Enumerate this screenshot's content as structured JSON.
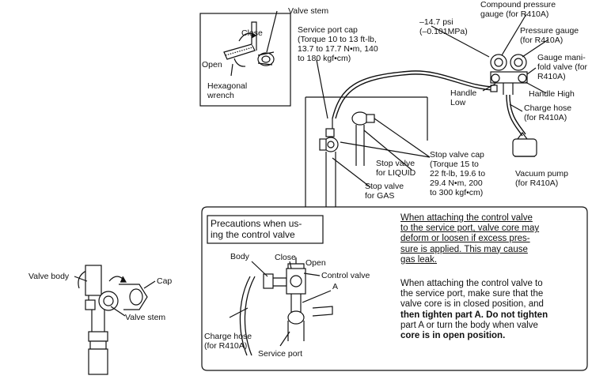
{
  "inset": {
    "valve_stem": "Valve stem",
    "close": "Close",
    "open": "Open",
    "wrench": [
      "Hexagonal",
      "wrench"
    ]
  },
  "service_port_cap": [
    "Service port cap",
    "(Torque 10 to 13 ft-lb,",
    "13.7 to 17.7 N•m, 140",
    "to 180 kgf•cm)"
  ],
  "gauges": {
    "vacuum_reading": [
      "–14.7 psi",
      "(–0.101MPa)"
    ],
    "compound": [
      "Compound pressure",
      "gauge (for R410A)"
    ],
    "pressure": [
      "Pressure gauge",
      "(for R410A)"
    ],
    "manifold": [
      "Gauge mani-",
      "fold valve (for",
      "R410A)"
    ],
    "handle_low": [
      "Handle",
      "Low"
    ],
    "handle_high": "Handle High",
    "charge_hose": [
      "Charge hose",
      "(for R410A)"
    ],
    "vacuum_pump": [
      "Vacuum pump",
      "(for R410A)"
    ]
  },
  "stop_valve_cap": [
    "Stop valve cap",
    "(Torque 15 to",
    "22 ft-lb, 19.6 to",
    "29.4 N•m, 200",
    "to 300 kgf•cm)"
  ],
  "stop_valve_liquid": [
    "Stop valve",
    "for LIQUID"
  ],
  "stop_valve_gas": [
    "Stop valve",
    "for GAS"
  ],
  "left_valve": {
    "body": "Valve body",
    "cap": "Cap",
    "stem": "Valve stem"
  },
  "precautions": {
    "title": [
      "Precautions when us-",
      "ing the control valve"
    ],
    "body": "Body",
    "close": "Close",
    "open": "Open",
    "control_valve": "Control valve",
    "a": "A",
    "charge_hose": [
      "Charge hose",
      "(for R410A)"
    ],
    "service_port": "Service port",
    "warning": [
      "When attaching the control valve",
      "to the service port, valve core may",
      "deform or loosen if excess pres-",
      "sure is applied. This may cause",
      "gas leak."
    ],
    "instructions": [
      "When attaching the control valve to",
      "the service port, make sure that the",
      "valve core is in closed position, and",
      "then tighten part A. Do not tighten",
      "part A or turn the body when valve",
      "core is in open position."
    ]
  }
}
